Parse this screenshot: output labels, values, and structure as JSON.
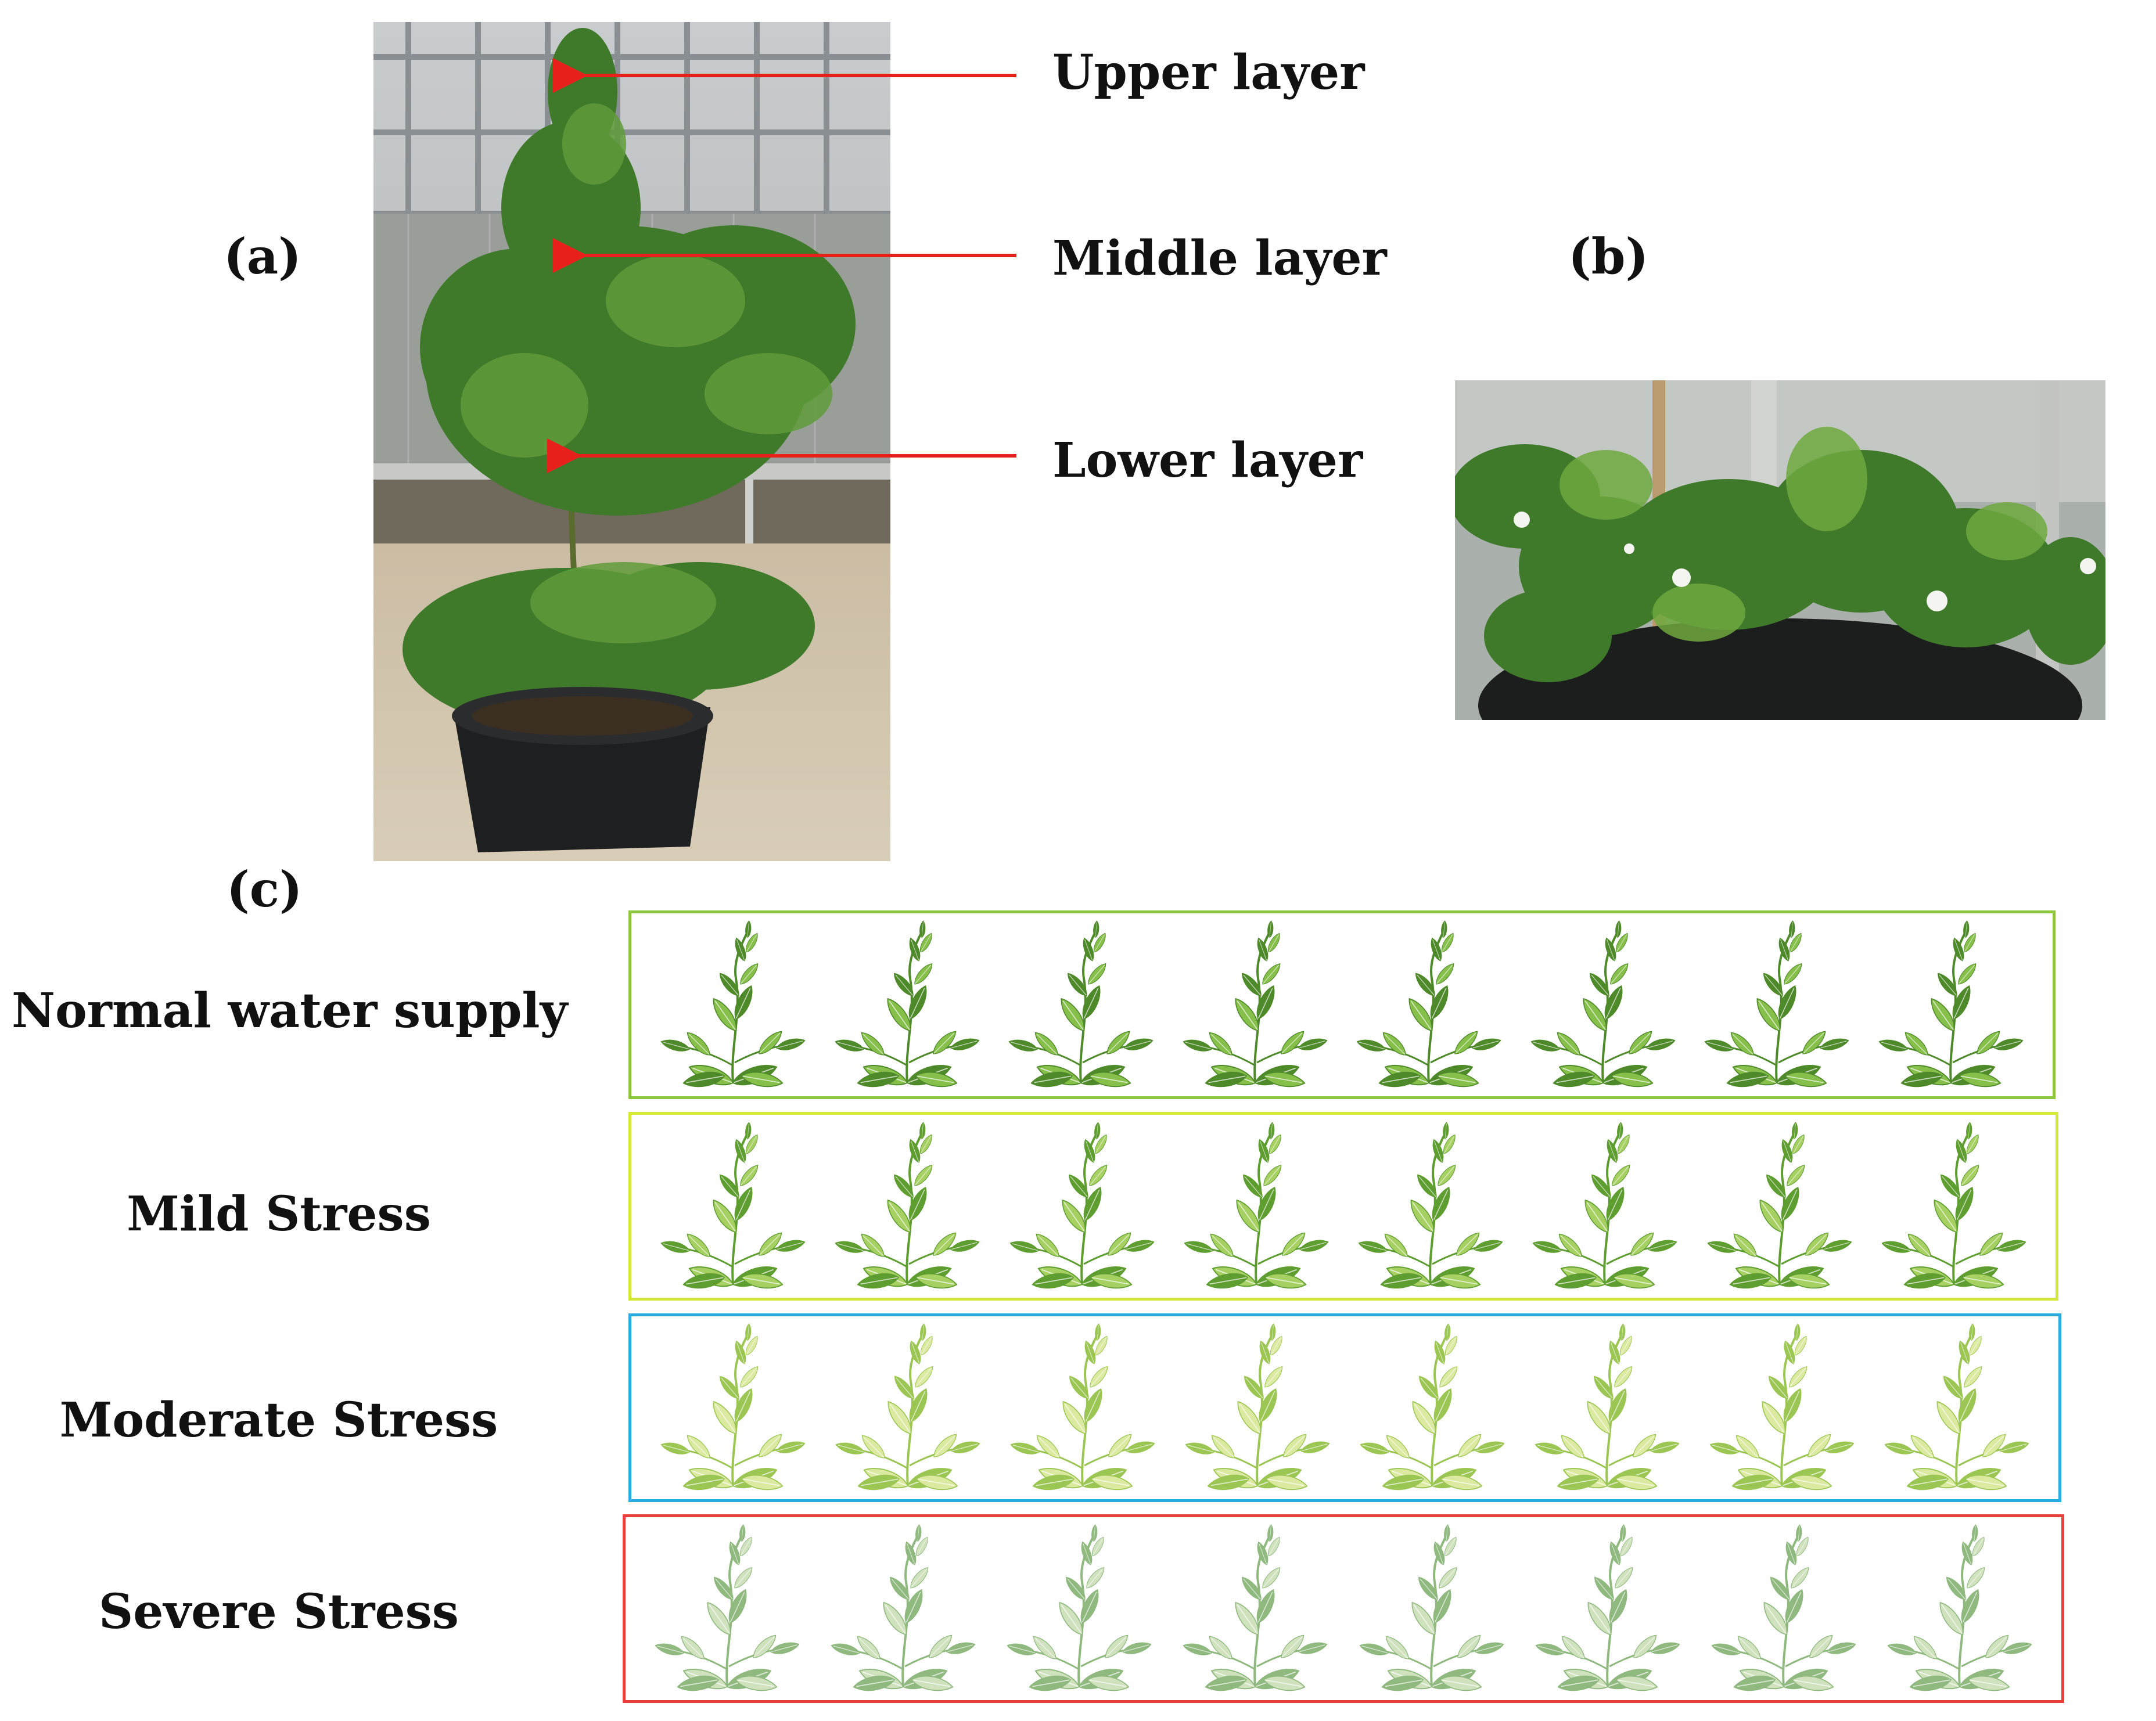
{
  "panels": {
    "a": "(a)",
    "b": "(b)",
    "c": "(c)"
  },
  "layers": {
    "upper": "Upper layer",
    "middle": "Middle layer",
    "lower": "Lower layer"
  },
  "rows": [
    {
      "label": "Normal water supply",
      "border_color": "#8dc63f",
      "leaf_color": "#4f8a2a",
      "leaf_light": "#86bf4a",
      "plants": 8
    },
    {
      "label": "Mild Stress",
      "border_color": "#d4e83a",
      "leaf_color": "#5e9d2f",
      "leaf_light": "#a7d063",
      "plants": 8
    },
    {
      "label": "Moderate Stress",
      "border_color": "#29abe2",
      "leaf_color": "#9cc653",
      "leaf_light": "#dbeaa0",
      "plants": 8
    },
    {
      "label": "Severe Stress",
      "border_color": "#e8413b",
      "leaf_color": "#8fb97f",
      "leaf_light": "#cfe2bd",
      "plants": 8
    }
  ],
  "colors": {
    "arrow": "#e8201c",
    "text": "#111111"
  },
  "icons": {
    "plant": "plant-icon",
    "photo_a": "potted-plant-photo",
    "photo_b": "flowering-branch-photo"
  }
}
